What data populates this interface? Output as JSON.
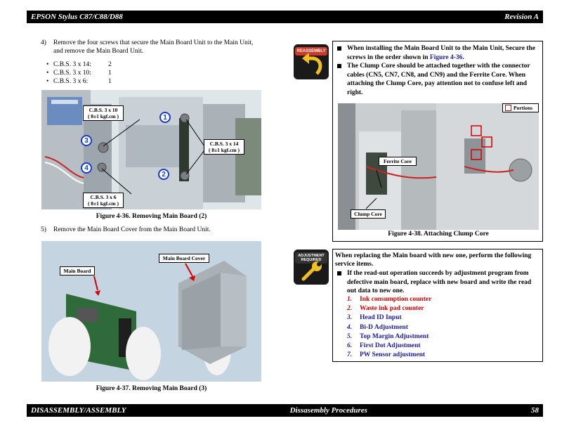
{
  "header": {
    "title": "EPSON Stylus C87/C88/D88",
    "revision": "Revision A"
  },
  "footer": {
    "left": "DISASSEMBLY/ASSEMBLY",
    "center": "Dissasembly Procedures",
    "page": "58"
  },
  "step4": {
    "number": "4)",
    "line1": "Remove the four screws that secure the Main Board Unit to the Main Unit,",
    "line2": "and remove the Main Board Unit.",
    "screws": [
      {
        "label": "C.B.S. 3 x 14:",
        "count": "2"
      },
      {
        "label": "C.B.S. 3 x 10:",
        "count": "1"
      },
      {
        "label": "C.B.S. 3 x 6:",
        "count": "1"
      }
    ]
  },
  "fig36": {
    "caption": "Figure 4-36.  Removing Main Board (2)",
    "callout_a": {
      "l1": "C.B.S. 3 x 10",
      "l2": "( 8±1 kgf.cm )"
    },
    "callout_b": {
      "l1": "C.B.S. 3 x 14",
      "l2": "( 8±1 kgf.cm )"
    },
    "callout_c": {
      "l1": "C.B.S. 3 x 6",
      "l2": "( 8±1 kgf.cm )"
    },
    "markers": [
      "1",
      "2",
      "3",
      "4"
    ]
  },
  "step5": {
    "number": "5)",
    "text": "Remove the Main Board Cover from the Main Board Unit."
  },
  "fig37": {
    "caption": "Figure 4-37.  Removing Main Board (3)",
    "label_board": "Main Board",
    "label_cover": "Main Board Cover"
  },
  "reassembly": {
    "icon_label": "REASSEMBLY",
    "b1_pre": "When installing the Main Board Unit to the Main Unit, Secure the screws in the order shown in ",
    "b1_link": "Figure 4-36",
    "b1_post": ".",
    "b2": "The Clump Core should be attached together with the connector cables (CN5, CN7, CN8, and CN9) and the Ferrite Core. When attaching the Clump Core, pay attention not to confuse left and right."
  },
  "fig38": {
    "caption": "Figure 4-38.  Attaching Clump Core",
    "legend": "Portions",
    "label_ferrite": "Ferrite Core",
    "label_clump": "Clump Core"
  },
  "adjustment": {
    "icon_label_1": "ADJUSTMENT",
    "icon_label_2": "REQUIRED",
    "intro": "When replacing the Main board with new one, perform the following service items.",
    "bullet": "If the read-out operation succeeds by adjustment program from defective main board, replace with new board and write the read out data to new one.",
    "items": [
      {
        "n": "1.",
        "text": "Ink consumption counter",
        "color": "#d40000"
      },
      {
        "n": "2.",
        "text": "Waste ink pad counter",
        "color": "#d40000"
      },
      {
        "n": "3.",
        "text": "Head ID Input",
        "color": "#1a1aa8"
      },
      {
        "n": "4.",
        "text": "Bi-D Adjustment",
        "color": "#1a1aa8"
      },
      {
        "n": "5.",
        "text": "Top Margin Adjustment",
        "color": "#1a1aa8"
      },
      {
        "n": "6.",
        "text": "First Dot Adjustment",
        "color": "#1a1aa8"
      },
      {
        "n": "7.",
        "text": "PW Sensor adjustment",
        "color": "#1a1aa8"
      }
    ]
  }
}
